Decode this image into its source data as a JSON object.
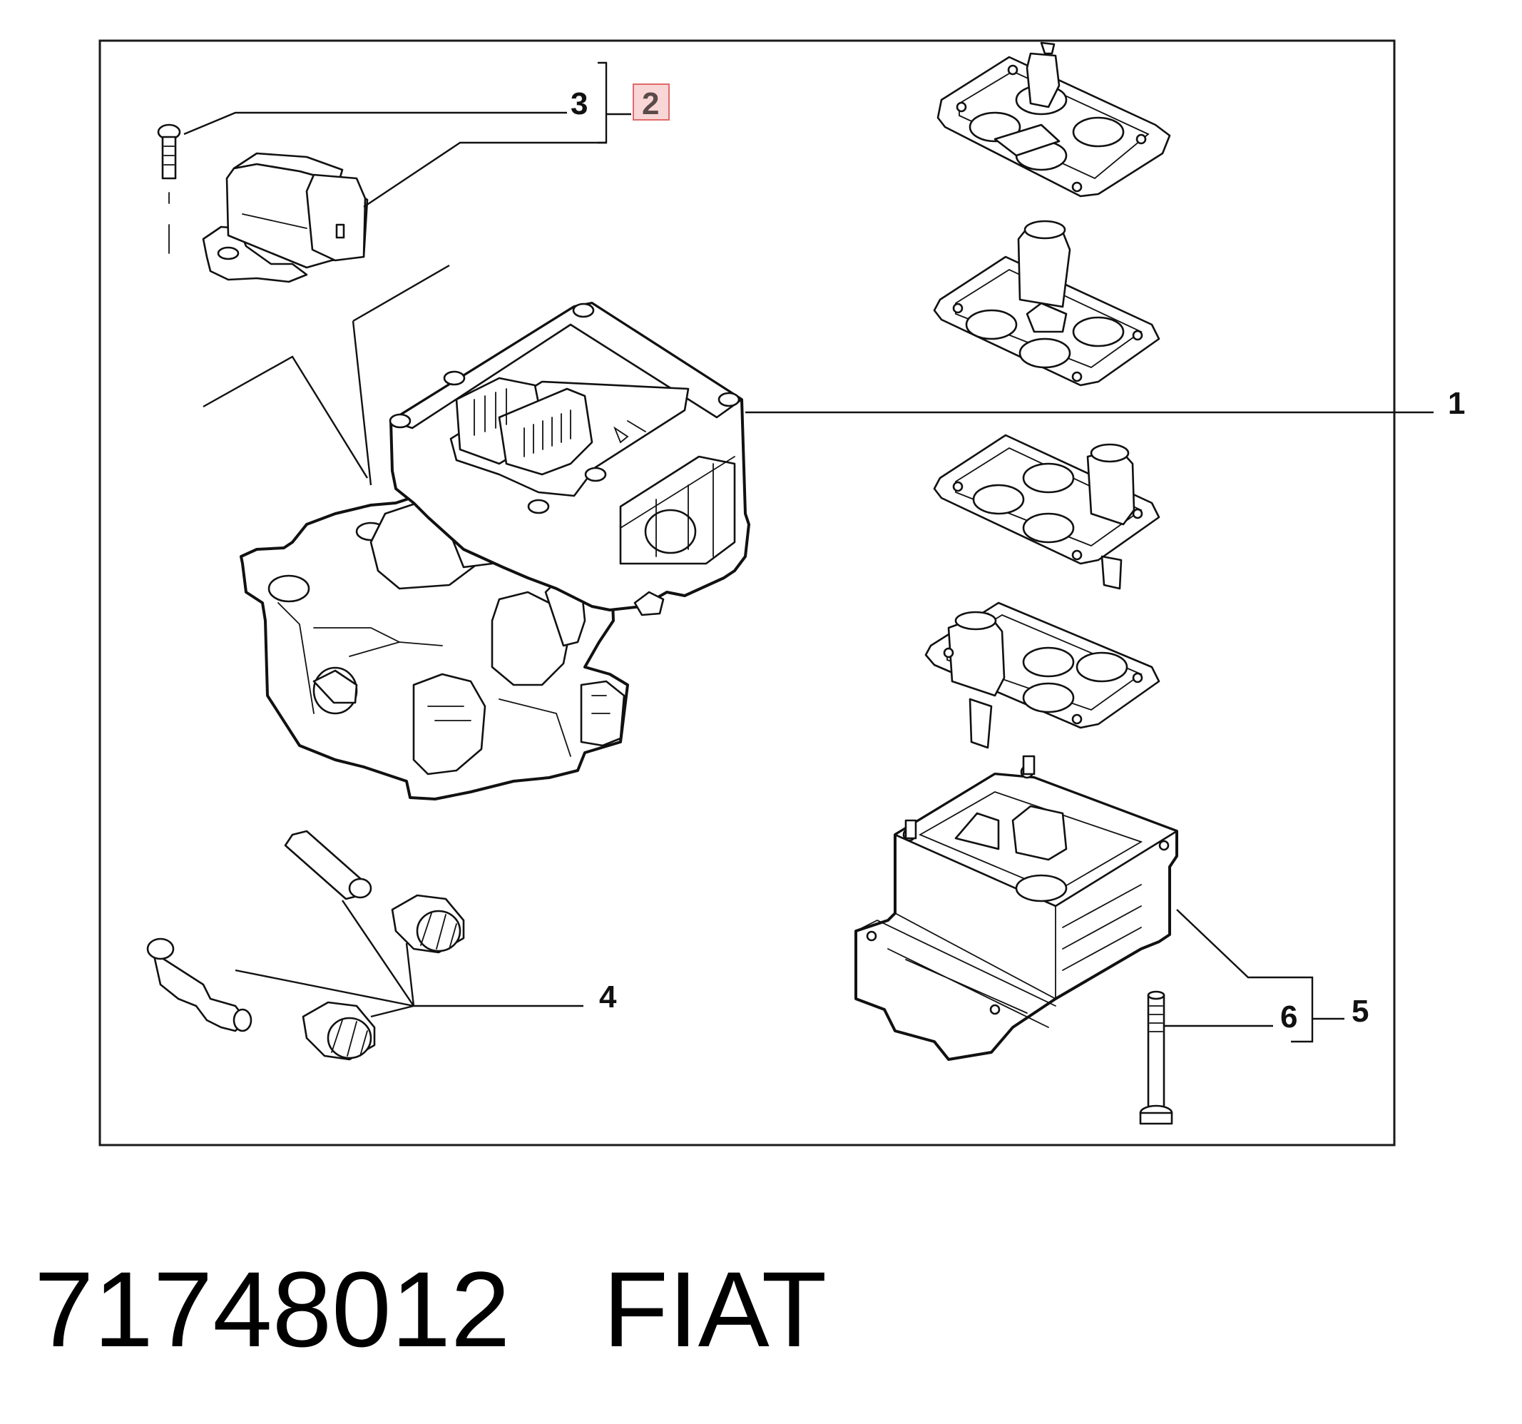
{
  "diagram": {
    "callouts": {
      "c1": "1",
      "c2": "2",
      "c3": "3",
      "c4": "4",
      "c5": "5",
      "c6": "6"
    },
    "highlight_color": "#f9d6d6"
  },
  "caption": {
    "part_number": "71748012",
    "brand": "FIAT"
  }
}
